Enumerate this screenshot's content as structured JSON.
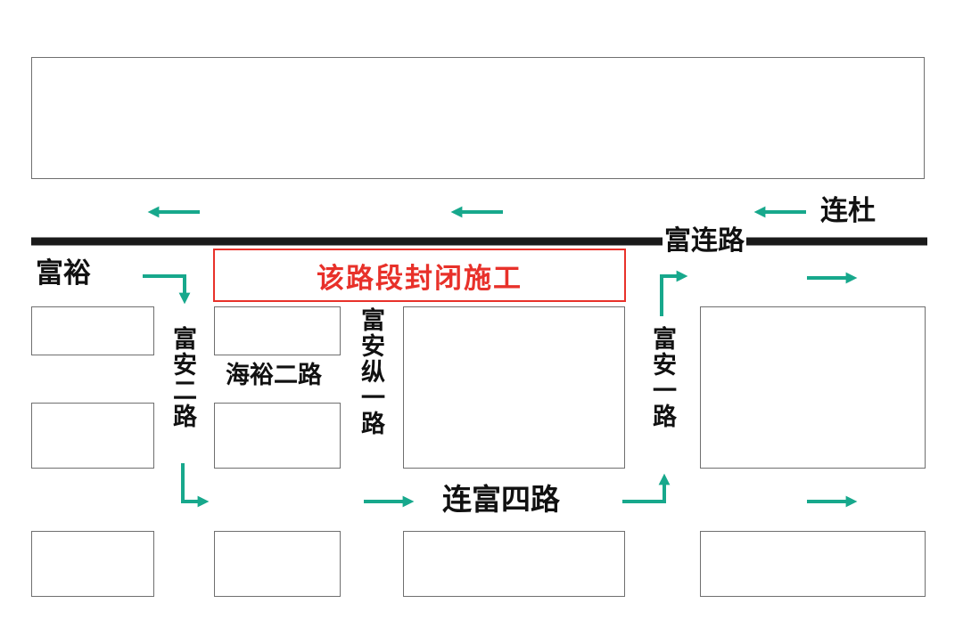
{
  "colors": {
    "arrow": "#17a88c",
    "road": "#1a1a1a",
    "closure": "#e8312a",
    "block_border": "#6f6f6f"
  },
  "closure_notice": "该路段封闭施工",
  "roads": {
    "main_road": "富连路",
    "top_right": "连杜",
    "left": "富裕",
    "fuan_2": "富安二路",
    "haiyu_2": "海裕二路",
    "fuan_zong_1": "富安纵一路",
    "fuan_1": "富安一路",
    "lianfu_4": "连富四路"
  },
  "icons": {
    "arrow": "arrow-icon"
  }
}
